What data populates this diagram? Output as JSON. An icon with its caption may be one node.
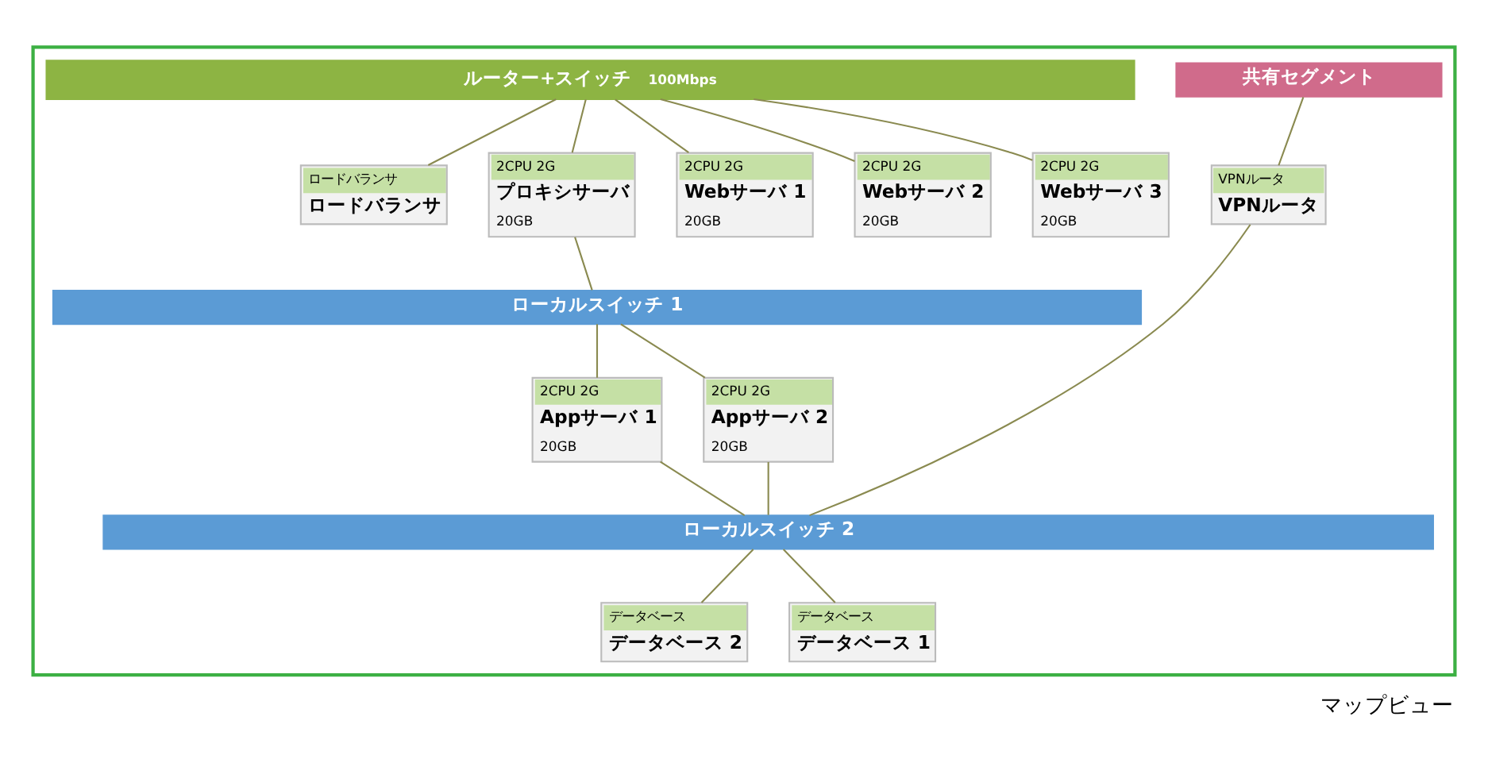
{
  "diagram": {
    "caption": "マップビュー",
    "nodes": [
      {
        "text": [],
        "shape": "box"
      },
      {
        "text": [
          "ルーター+スイッチ",
          "100Mbps"
        ],
        "in": 0
      },
      {
        "text": [
          "共有セグメント"
        ],
        "in": 0
      },
      {
        "text": [
          "ロードバランサ",
          "ロードバランサ"
        ],
        "in": 0
      },
      {
        "text": [
          "2CPU 2G",
          "プロキシサーバ",
          "20GB"
        ],
        "in": 0
      },
      {
        "text": [
          "2CPU 2G",
          "Webサーバ 1",
          "20GB"
        ],
        "in": 0
      },
      {
        "text": [
          "2CPU 2G",
          "Webサーバ 2",
          "20GB"
        ],
        "in": 0
      },
      {
        "text": [
          "2CPU 2G",
          "Webサーバ 3",
          "20GB"
        ],
        "in": 0
      },
      {
        "text": [
          "VPNルータ",
          "VPNルータ"
        ],
        "in": 0
      },
      {
        "text": [
          "ローカルスイッチ 1"
        ],
        "in": 0
      },
      {
        "text": [
          "2CPU 2G",
          "Appサーバ 1",
          "20GB"
        ],
        "in": 0
      },
      {
        "text": [
          "2CPU 2G",
          "Appサーバ 2",
          "20GB"
        ],
        "in": 0
      },
      {
        "text": [
          "ローカルスイッチ 2"
        ],
        "in": 0
      },
      {
        "text": [
          "データベース",
          "データベース 2"
        ],
        "in": 0
      },
      {
        "text": [
          "データベース",
          "データベース 1"
        ],
        "in": 0
      }
    ],
    "edges": [
      {
        "from": 1,
        "to": 3,
        "arrow": "none"
      },
      {
        "from": 1,
        "to": 4,
        "arrow": "none"
      },
      {
        "from": 1,
        "to": 5,
        "arrow": "none"
      },
      {
        "from": 1,
        "to": 6,
        "arrow": "none"
      },
      {
        "from": 1,
        "to": 7,
        "arrow": "none"
      },
      {
        "from": 2,
        "to": 8,
        "arrow": "none"
      },
      {
        "from": 4,
        "to": 9,
        "arrow": "none"
      },
      {
        "from": 9,
        "to": 10,
        "arrow": "none"
      },
      {
        "from": 9,
        "to": 11,
        "arrow": "none"
      },
      {
        "from": 10,
        "to": 12,
        "arrow": "none"
      },
      {
        "from": 11,
        "to": 12,
        "arrow": "none"
      },
      {
        "from": 8,
        "to": 12,
        "arrow": "none"
      },
      {
        "from": 12,
        "to": 13,
        "arrow": "none"
      },
      {
        "from": 12,
        "to": 14,
        "arrow": "none"
      }
    ]
  }
}
